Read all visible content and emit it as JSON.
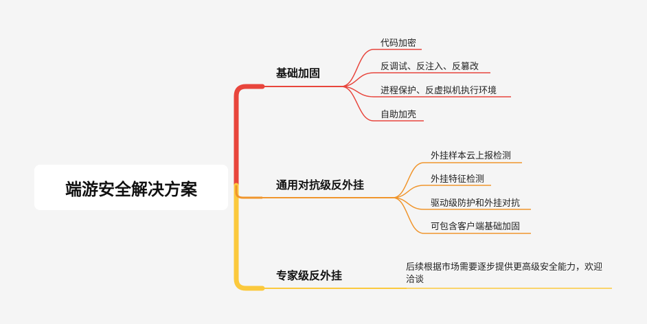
{
  "root": {
    "label": "端游安全解决方案"
  },
  "colors": {
    "branch1": "#e8453c",
    "branch2": "#f0952c",
    "branch3": "#fbc93d"
  },
  "branches": [
    {
      "label": "基础加固",
      "children": [
        "代码加密",
        "反调试、反注入、反篡改",
        "进程保护、反虚拟机执行环境",
        "自助加壳"
      ]
    },
    {
      "label": "通用对抗级反外挂",
      "children": [
        "外挂样本云上报检测",
        "外挂特征检测",
        "驱动级防护和外挂对抗",
        "可包含客户端基础加固"
      ]
    },
    {
      "label": "专家级反外挂",
      "children": [
        "后续根据市场需要逐步提供更高级安全能力，欢迎洽谈"
      ]
    }
  ]
}
